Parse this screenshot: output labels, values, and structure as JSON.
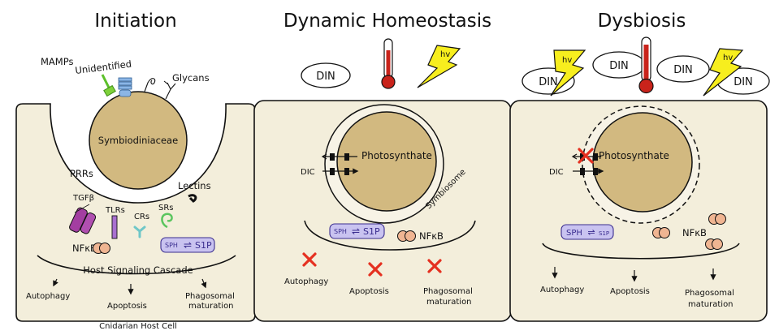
{
  "titles": {
    "initiation": "Initiation",
    "homeostasis": "Dynamic Homeostasis",
    "dysbiosis": "Dysbiosis"
  },
  "initiation": {
    "mamps": "MAMPs",
    "unidentified": "Unidentified",
    "glycans": "Glycans",
    "symbiont": "Symbiodiniaceae",
    "prrs": "PRRs",
    "lectins": "Lectins",
    "tgfb": "TGFβ",
    "tlrs": "TLRs",
    "crs": "CRs",
    "srs": "SRs",
    "nfkb": "NFκB",
    "sph": "SPH",
    "s1p": "S1P",
    "cascade": "Host Signaling Cascade",
    "autophagy": "Autophagy",
    "apoptosis": "Apoptosis",
    "phago1": "Phagosomal",
    "phago2": "maturation",
    "host_cell": "Cnidarian Host Cell"
  },
  "homeostasis": {
    "din": "DIN",
    "hv": "hv",
    "photosynthate": "Photosynthate",
    "dic": "DIC",
    "symbiosome": "Symbiosome",
    "sph": "SPH",
    "s1p": "S1P",
    "nfkb": "NFκB",
    "autophagy": "Autophagy",
    "apoptosis": "Apoptosis",
    "phago1": "Phagosomal",
    "phago2": "maturation"
  },
  "dysbiosis": {
    "din": "DIN",
    "hv": "hv",
    "photosynthate": "Photosynthate",
    "dic": "DIC",
    "sph": "SPH",
    "s1p": "S1P",
    "nfkb": "NFκB",
    "autophagy": "Autophagy",
    "apoptosis": "Apoptosis",
    "phago1": "Phagosomal",
    "phago2": "maturation"
  },
  "colors": {
    "cell": "#f3eedb",
    "symbiont": "#d2b980",
    "sph": "#c9c3f0",
    "nfkb": "#f0b592",
    "bolt": "#f7ee1e",
    "thermometer": "#c9231b",
    "x_mark": "#e53020"
  }
}
